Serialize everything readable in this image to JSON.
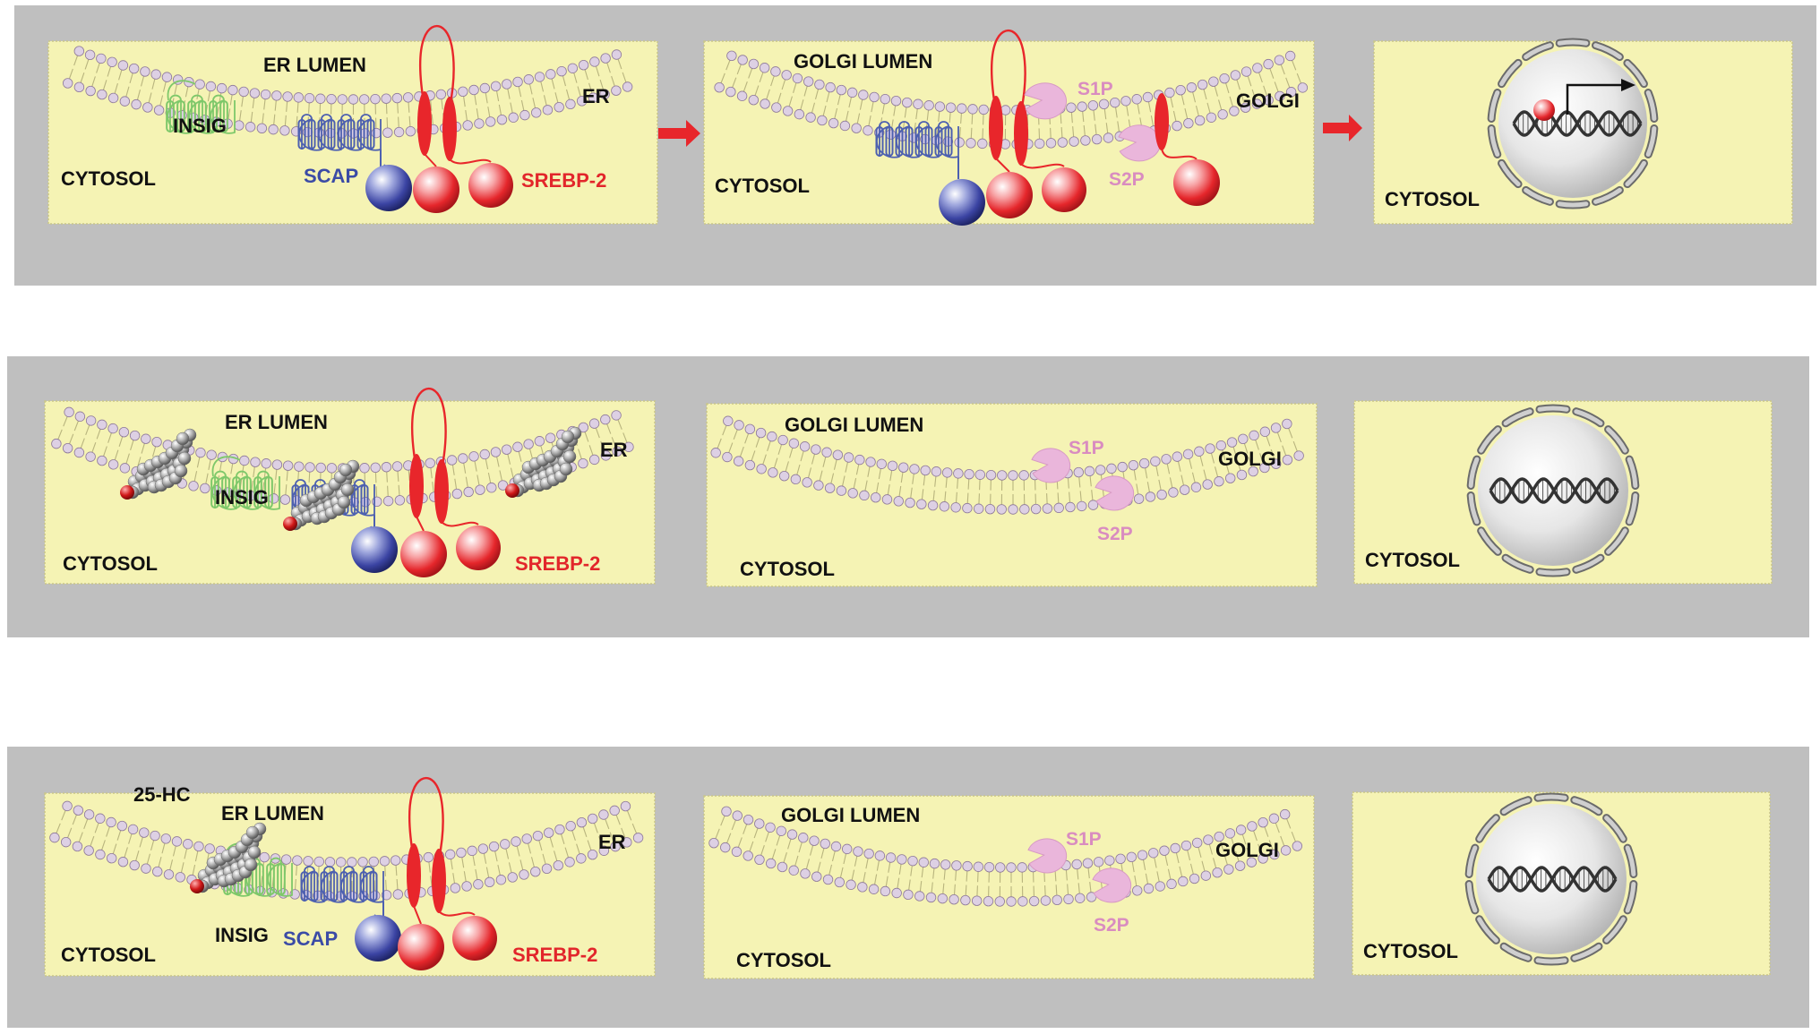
{
  "colors": {
    "row_bg": "#bfbfbf",
    "panel_bg": "#f5f3b4",
    "panel_border": "#c9c58a",
    "lipid_head": "#ddd0e4",
    "lipid_head_stroke": "#8f7a99",
    "lipid_tail": "#b8b47e",
    "insig": "#7ec86a",
    "scap": "#4d60b0",
    "scap_ball": "#3841a0",
    "srebp": "#e8262b",
    "protease": "#eab6db",
    "protease_text": "#d98cc0",
    "arrow": "#e8262b",
    "sterol": "#a5a5a5",
    "label_black": "#111111",
    "label_scap": "#3b4ba6",
    "label_srebp": "#e2262b"
  },
  "icons": {
    "transition_arrow": "red-right-arrow-icon",
    "transcription_arrow": "bent-arrow-icon",
    "dna": "double-helix-icon",
    "nucleus": "nucleus-icon",
    "sterol": "sterol-molecule-icon"
  },
  "rows": [
    {
      "er": {
        "lumen": "ER LUMEN",
        "membrane": "ER",
        "insig": "INSIG",
        "scap": "SCAP",
        "srebp": "SREBP-2",
        "cytosol": "CYTOSOL"
      },
      "golgi": {
        "lumen": "GOLGI LUMEN",
        "membrane": "GOLGI",
        "s1p": "S1P",
        "s2p": "S2P",
        "cytosol": "CYTOSOL"
      },
      "nucleus": {
        "cytosol": "CYTOSOL"
      }
    },
    {
      "er": {
        "lumen": "ER LUMEN",
        "membrane": "ER",
        "insig": "INSIG",
        "srebp": "SREBP-2",
        "cytosol": "CYTOSOL"
      },
      "golgi": {
        "lumen": "GOLGI LUMEN",
        "membrane": "GOLGI",
        "s1p": "S1P",
        "s2p": "S2P",
        "cytosol": "CYTOSOL"
      },
      "nucleus": {
        "cytosol": "CYTOSOL"
      }
    },
    {
      "er": {
        "lumen": "ER LUMEN",
        "membrane": "ER",
        "ligand": "25-HC",
        "insig": "INSIG",
        "scap": "SCAP",
        "srebp": "SREBP-2",
        "cytosol": "CYTOSOL"
      },
      "golgi": {
        "lumen": "GOLGI LUMEN",
        "membrane": "GOLGI",
        "s1p": "S1P",
        "s2p": "S2P",
        "cytosol": "CYTOSOL"
      },
      "nucleus": {
        "cytosol": "CYTOSOL"
      }
    }
  ]
}
